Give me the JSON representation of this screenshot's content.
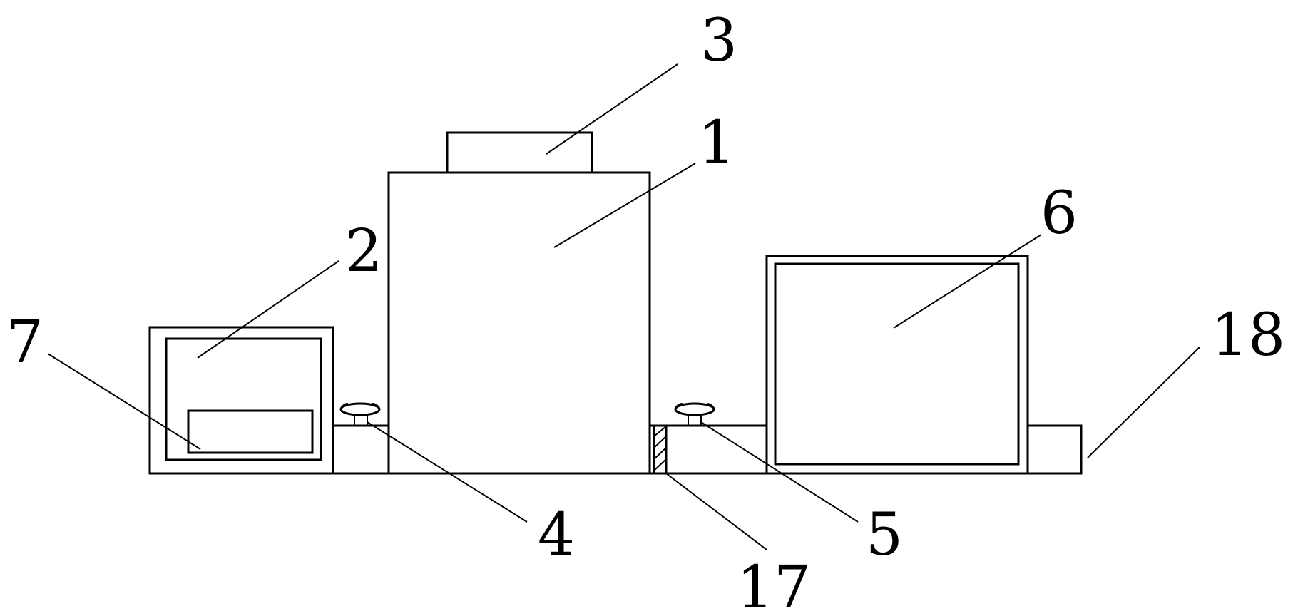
{
  "labels": {
    "l1": "1",
    "l2": "2",
    "l3": "3",
    "l4": "4",
    "l5": "5",
    "l6": "6",
    "l7": "7",
    "l17": "17",
    "l18": "18"
  },
  "colors": {
    "line": "#000000",
    "background": "#ffffff"
  }
}
